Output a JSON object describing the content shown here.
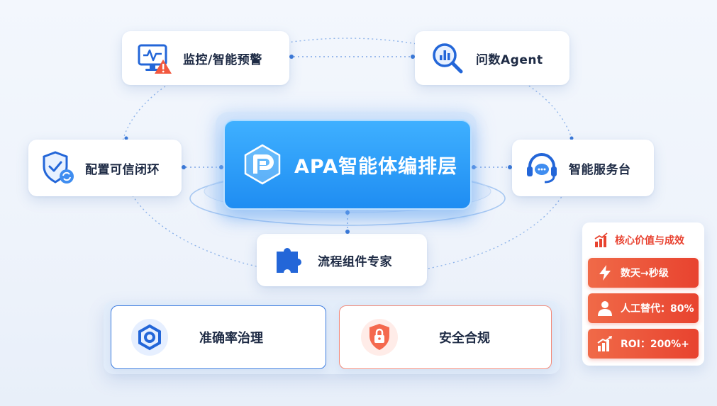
{
  "diagram": {
    "central": {
      "title": "APA智能体编排层",
      "icon": "apa-logo-icon"
    },
    "nodes": {
      "monitor": {
        "label": "监控/智能预警",
        "icon": "monitor-alert-icon"
      },
      "wenshu": {
        "label": "问数Agent",
        "icon": "magnifier-chart-icon"
      },
      "config": {
        "label": "配置可信闭环",
        "icon": "shield-check-icon"
      },
      "service": {
        "label": "智能服务台",
        "icon": "headset-icon"
      },
      "process": {
        "label": "流程组件专家",
        "icon": "puzzle-icon"
      }
    },
    "foundation": {
      "accuracy": {
        "label": "准确率治理",
        "icon": "hexagon-nut-icon"
      },
      "security": {
        "label": "安全合规",
        "icon": "shield-lock-icon"
      }
    },
    "value_panel": {
      "title": "核心价值与成效",
      "icon": "bar-chart-up-icon",
      "items": [
        {
          "text": "数天→秒级",
          "icon": "lightning-icon"
        },
        {
          "text": "人工替代：80%",
          "icon": "person-icon"
        },
        {
          "text": "ROI：200%+",
          "icon": "growth-chart-icon"
        }
      ]
    },
    "colors": {
      "primary": "#1f8df2",
      "accent": "#e8432f",
      "dark_text": "#1d2a44"
    }
  }
}
